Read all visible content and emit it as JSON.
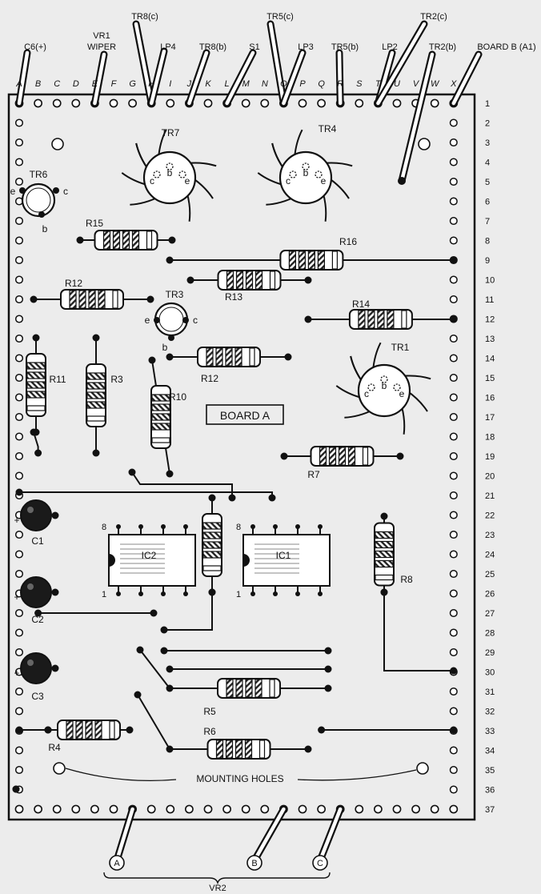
{
  "header_labels": [
    "C6(+)",
    "VR1",
    "WIPER",
    "TR8(c)",
    "LP4",
    "TR8(b)",
    "S1",
    "TR5(c)",
    "LP3",
    "TR5(b)",
    "LP2",
    "TR2(c)",
    "TR2(b)",
    "BOARD B (A1)"
  ],
  "columns": [
    "A",
    "B",
    "C",
    "D",
    "E",
    "F",
    "G",
    "H",
    "I",
    "J",
    "K",
    "L",
    "M",
    "N",
    "O",
    "P",
    "Q",
    "R",
    "S",
    "T",
    "U",
    "V",
    "W",
    "X"
  ],
  "rows": [
    "1",
    "2",
    "3",
    "4",
    "5",
    "6",
    "7",
    "8",
    "9",
    "10",
    "11",
    "12",
    "13",
    "14",
    "15",
    "16",
    "17",
    "18",
    "19",
    "20",
    "21",
    "22",
    "23",
    "24",
    "25",
    "26",
    "27",
    "28",
    "29",
    "30",
    "31",
    "32",
    "33",
    "34",
    "35",
    "36",
    "37"
  ],
  "board_label": "BOARD A",
  "mounting_holes_label": "MOUNTING HOLES",
  "transistors": {
    "TR7": {
      "label": "TR7",
      "pins": [
        "c",
        "b",
        "e"
      ]
    },
    "TR4": {
      "label": "TR4",
      "pins": [
        "c",
        "b",
        "e"
      ]
    },
    "TR1": {
      "label": "TR1",
      "pins": [
        "c",
        "b",
        "e"
      ]
    },
    "TR6": {
      "label": "TR6",
      "pins": [
        "e",
        "c",
        "b"
      ]
    },
    "TR3": {
      "label": "TR3",
      "pins": [
        "e",
        "c",
        "b"
      ]
    }
  },
  "resistors": [
    "R15",
    "R16",
    "R12",
    "R13",
    "R14",
    "R12",
    "R11",
    "R3",
    "R10",
    "R7",
    "R8",
    "R5",
    "R4",
    "R6"
  ],
  "capacitors": [
    {
      "label": "C1",
      "polarity": "+"
    },
    {
      "label": "C2",
      "polarity": "+"
    },
    {
      "label": "C3",
      "polarity": "+"
    }
  ],
  "ics": [
    {
      "label": "IC2",
      "pin_top": "8",
      "pin_bottom": "1"
    },
    {
      "label": "IC1",
      "pin_top": "8",
      "pin_bottom": "1"
    }
  ],
  "vr2": {
    "label": "VR2",
    "terminals": [
      "A",
      "B",
      "C"
    ]
  }
}
